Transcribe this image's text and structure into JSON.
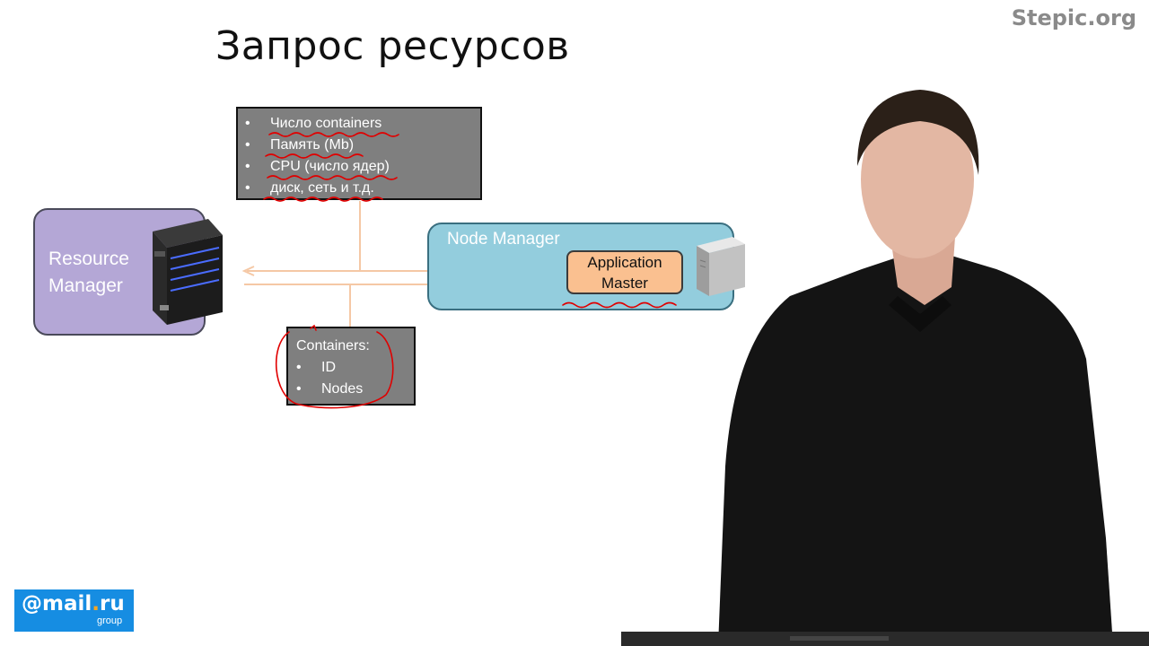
{
  "slide": {
    "title": "Запрос ресурсов",
    "brand": "Stepic.org"
  },
  "request_box": {
    "items": [
      "Число containers",
      "Память (Mb)",
      "CPU (число ядер)",
      "диск, сеть и т.д."
    ],
    "bullet": "•"
  },
  "resource_manager": {
    "label_line1": "Resource",
    "label_line2": "Manager"
  },
  "node_manager": {
    "label": "Node Manager",
    "app_master_line1": "Application",
    "app_master_line2": "Master"
  },
  "containers_box": {
    "title": "Containers:",
    "items": [
      "ID",
      "Nodes"
    ],
    "bullet": "•"
  },
  "logo": {
    "main": "@mail",
    "dot": ".",
    "tld": "ru",
    "sub": "group"
  },
  "colors": {
    "gray_box": "#7f7f7f",
    "resource_manager": "#b4a7d6",
    "node_manager": "#93cddd",
    "application_master": "#fac090",
    "arrow": "#f5c8a5",
    "annotation_red": "#e00000",
    "logo_blue": "#168de2"
  },
  "icons": [
    "server-tower-icon",
    "server-gray-icon",
    "presenter-photo"
  ]
}
